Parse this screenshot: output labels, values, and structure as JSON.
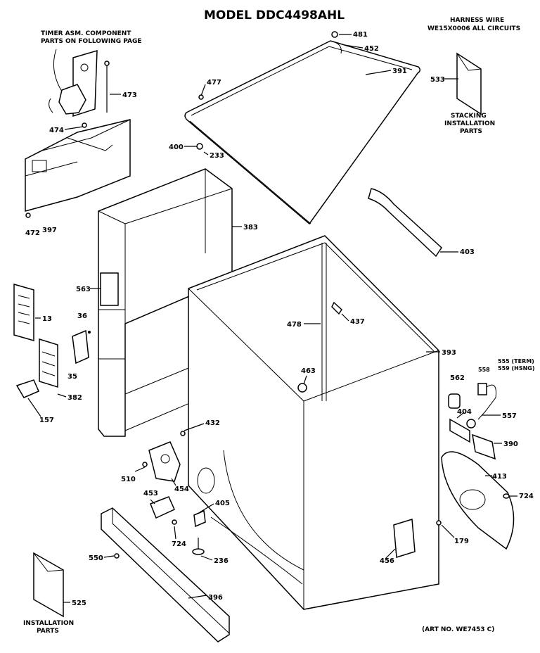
{
  "title": "MODEL DDC4498AHL",
  "art_number": "(ART NO. WE7453 C)",
  "notes": {
    "timer": [
      "TIMER ASM. COMPONENT",
      "PARTS ON FOLLOWING PAGE"
    ],
    "harness": [
      "HARNESS WIRE",
      "WE15X0006 ALL CIRCUITS"
    ],
    "stacking": [
      "STACKING",
      "INSTALLATION",
      "PARTS"
    ],
    "installation": [
      "INSTALLATION",
      "PARTS"
    ],
    "terminal_suffix_1": "555 (TERM)",
    "terminal_suffix_2": "559 (HSNG)"
  },
  "part_labels": {
    "p481": "481",
    "p452": "452",
    "p391": "391",
    "p533": "533",
    "p477": "477",
    "p473": "473",
    "p474": "474",
    "p400": "400",
    "p233": "233",
    "p472": "472",
    "p397": "397",
    "p383": "383",
    "p403": "403",
    "p563": "563",
    "p13": "13",
    "p36": "36",
    "p437": "437",
    "p478": "478",
    "p35": "35",
    "p393": "393",
    "p463": "463",
    "p562": "562",
    "p558": "558",
    "p382": "382",
    "p157": "157",
    "p404": "404",
    "p557": "557",
    "p432": "432",
    "p390": "390",
    "p510": "510",
    "p454": "454",
    "p413": "413",
    "p405": "405",
    "p724a": "724",
    "p453": "453",
    "p724b": "724",
    "p179": "179",
    "p550": "550",
    "p236": "236",
    "p456": "456",
    "p396": "396",
    "p525": "525"
  }
}
